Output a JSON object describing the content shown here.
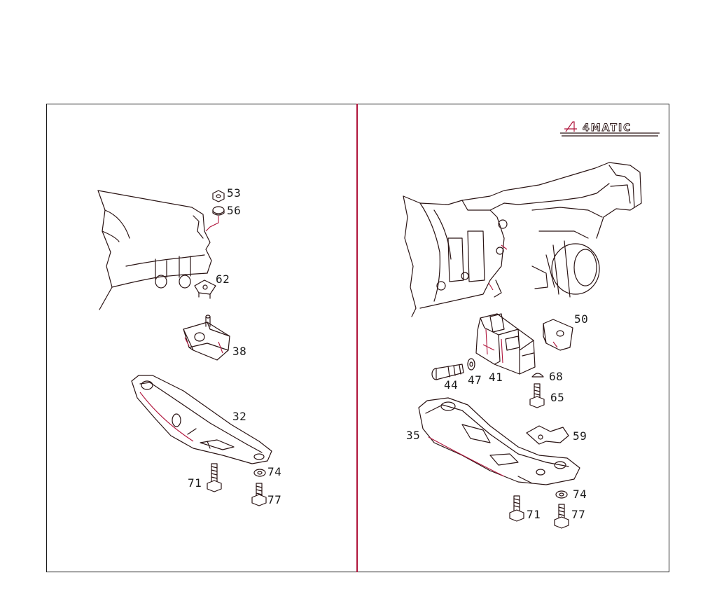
{
  "badge": {
    "text": "4MATIC"
  },
  "colors": {
    "frame": "#1a1a1a",
    "divider": "#b0153c",
    "line": "#2a1414",
    "accent": "#b0153c"
  },
  "left_panel": {
    "callouts": [
      {
        "id": "53",
        "label": "53"
      },
      {
        "id": "56",
        "label": "56"
      },
      {
        "id": "62",
        "label": "62"
      },
      {
        "id": "38",
        "label": "38"
      },
      {
        "id": "32",
        "label": "32"
      },
      {
        "id": "74",
        "label": "74"
      },
      {
        "id": "71",
        "label": "71"
      },
      {
        "id": "77",
        "label": "77"
      }
    ]
  },
  "right_panel": {
    "callouts": [
      {
        "id": "50",
        "label": "50"
      },
      {
        "id": "44",
        "label": "44"
      },
      {
        "id": "47",
        "label": "47"
      },
      {
        "id": "41",
        "label": "41"
      },
      {
        "id": "68",
        "label": "68"
      },
      {
        "id": "65",
        "label": "65"
      },
      {
        "id": "35",
        "label": "35"
      },
      {
        "id": "59",
        "label": "59"
      },
      {
        "id": "74",
        "label": "74"
      },
      {
        "id": "71",
        "label": "71"
      },
      {
        "id": "77",
        "label": "77"
      }
    ]
  }
}
